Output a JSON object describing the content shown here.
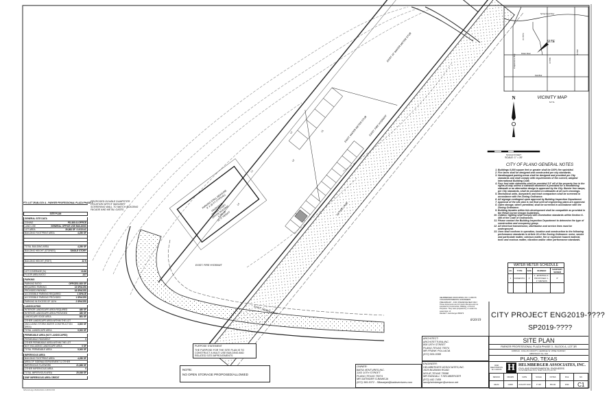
{
  "site_data_table": {
    "header": "PT#     LOT 3R,BLOCK A - PARKER PROFESSIONAL PLAZA PHASE 3",
    "title": "SITE PLAN",
    "sections": [
      {
        "heading": "GENERAL SITE DATA",
        "rows": [
          [
            "ZONING",
            "PD-360-O-OFFICE"
          ],
          [
            "LAND USE",
            "GENERAL OFFICE USE BUILDING"
          ],
          [
            "LOT AREA",
            "39,863 SF / 0.915 AC"
          ],
          [
            "BUILDING FOOTPRINT AREA",
            "4,250 SF"
          ],
          [
            "",
            ""
          ],
          [
            "",
            ""
          ],
          [
            "",
            ""
          ],
          [
            "TOTAL BUILDING AREA",
            "4,250 SF"
          ],
          [
            "BUILDING HEIGHT (STORIES)",
            "SINGLE STORY"
          ],
          [
            "",
            ""
          ],
          [
            "",
            ""
          ],
          [
            "BUILDING HEIGHT (FEET)",
            "22 ft"
          ],
          [
            "",
            ""
          ],
          [
            "",
            ""
          ],
          [
            "LOT COVERAGE (%)",
            "10.66"
          ],
          [
            "FLOOR AREA RATIO",
            ".107"
          ]
        ]
      },
      {
        "heading": "PARKING",
        "rows": [
          [
            "PARKING RATIO",
            "OFFICE/1:300 SF"
          ],
          [
            "REQUIRED PARKING",
            "15 SPACES"
          ],
          [
            "PROVIDED PARKING",
            "18 SPACES"
          ],
          [
            "ACCESSIBLE PARKING REQUIRED",
            "1 SPACE"
          ],
          [
            "ACCESSIBLE PARKING PROVIDED",
            "1 SPACES"
          ],
          [
            "PARKING IN EXCESS OF 110%",
            "2 SPACES"
          ]
        ]
      },
      {
        "heading": "LANDSCAPING",
        "rows": [
          [
            "INTERIOR LANDSCAPE AREA REQUIRED",
            "480 SF"
          ],
          [
            "INTERIOR LANDSCAPE AREA PROVIDED",
            "480 SF"
          ],
          [
            "LANDSCAPE EDGE AREA",
            "881 SF"
          ],
          [
            "OTHER LANDSCAPE AREA WITHIN THE LOT",
            ""
          ],
          [
            "(INCLUDING STORM WATER CONSTRUCTION AREA)",
            "3,600 SF"
          ],
          [
            "TOTAL LANDSCAPE AREA",
            "5,000 SF"
          ]
        ]
      },
      {
        "heading": "PERMEABLE AREA (NOT LANDSCAPED)",
        "rows": [
          [
            "PERMEABLE PAVEMENT",
            "0"
          ],
          [
            "OTHER PERMEABLE AREA WITHIN THE LOT",
            ""
          ],
          [
            "NOT INCLUDING LANDSCAPE AREA",
            "0 SF"
          ],
          [
            "TOTAL PERMEABLE AREA",
            "5,000 SF"
          ]
        ]
      },
      {
        "heading": "IMPERVIOUS AREA",
        "rows": [
          [
            "BUILDING FOOTPRINT AREA",
            "4,250 SF"
          ],
          [
            "AREA OF SIDEWALKS/PAVEMENT & OTHER",
            ""
          ],
          [
            "IMPERVIOUS FLATWORK",
            "21,686 SF"
          ],
          [
            "OTHER IMPERVIOUS AREA",
            "0"
          ],
          [
            "TOTAL IMPERVIOUS AREA",
            "25,936 SF"
          ]
        ]
      },
      {
        "heading": "SWP IMPERVIOUS AREA CREDIT",
        "rows": []
      }
    ]
  },
  "file_stamp": "SPLAN.dgn 8/20/2019 2:28:53 PM",
  "purpose": {
    "title": "PURPOSE STATEMENT",
    "text": "THE PURPOSE FOR THE SITE PLAN IS TO CONSTRUCT A MULTI USE BUILDING AND RELATED SITE IMPROVEMENTS"
  },
  "note": {
    "title": "NOTE:",
    "text": "NO OPEN STORAGE PROPOSED/ALLOWED"
  },
  "owner": {
    "lines": [
      "OWNER:",
      "BATIA VENTURES,INC.",
      "1103 10TH STREET",
      "PLANO,TEXAS  75074",
      "MR.SATINDER S.BAWEJA",
      "(972) 365-5372 - SBawejab@batiaventures.com"
    ]
  },
  "architect": {
    "lines": [
      "ARCHITECT:",
      "ARCHITETTURA,INC.",
      "808 18TH STREET",
      "PLANO,TEXAS  75074",
      "MR.FRANK POLLACIA",
      "(972) 509-0088"
    ]
  },
  "engineer": {
    "lines": [
      "ENGINEER:",
      "HELMBERGER ASSOCIATES,INC.",
      "1525 BOZMAN ROAD",
      "WYLIE,TEXAS  75098",
      "MR.RANDALL T.HELMBERGER",
      "(972) 442-7459",
      "randyhelmberger@verizon.net"
    ]
  },
  "seal": {
    "lines": [
      "HELMBERGER ASSOCIATES, INC. F-000176",
      "CIVIL/ENVIRONMENTAL ENGINEERS",
      "PRELIMINARY - FOR INTERIM REVIEW ONLY",
      "These documents are for Interim Review and not",
      "intended for Construction, Bidding, or Permit",
      "Purposes. They were prepared by, or under the",
      "supervision of:",
      "Randall T. Helmberger  #60973"
    ],
    "signature": "8/20/19"
  },
  "city_project": {
    "eng": "CITY PROJECT ENG2019-????",
    "sp": "SP2019-????"
  },
  "title_block": {
    "sheet_title": "SITE PLAN",
    "project": "PARKER PROFESSIONAL PLAZA PHASE 3 - BLOCK A, LOT 3R",
    "survey": "0.898 AC. COLLIN COUNTY, GEORGE W. WISE SURVEY,",
    "abstract": "ABSTRACT No. 612",
    "location": "PLANO, TEXAS",
    "registration": "FIRM REGISTRATION No. F-000176",
    "firm_logo_letter": "H",
    "firm_name": "HELMBERGER ASSOCIATES, INC.",
    "firm_desc": "CIVIL AND ENVIRONMENTAL ENGINEERS",
    "firm_address": "1525 BOZMAN ROAD  WYLIE, TEXAS 75098  (972) 442-7459",
    "headers": [
      "DESIGN",
      "DRAWN",
      "DATE",
      "SCALE",
      "NOTES",
      "FILE",
      "NO."
    ],
    "values": [
      "HELM",
      "CADD",
      "AUGUST 2019",
      "1\"=20'",
      "SPLAN",
      "1633",
      "C1"
    ]
  },
  "vicinity_map": {
    "title": "VICINITY MAP",
    "scale": "N.T.S.",
    "site_label": "SITE",
    "streets": [
      "Spring Creek Pkwy",
      "Parker Road",
      "Park Blvd",
      "Independence Pkwy",
      "Custer Rd",
      "Alma Dr",
      "Ohio Dr"
    ],
    "north": "N"
  },
  "scale_bar": {
    "label": "SCALE IN FEET",
    "scale": "SCALE: 1\" = 20'"
  },
  "general_notes": {
    "title": "CITY OF PLANO GENERAL NOTES",
    "items": [
      "Buildings 6,000 square feet or greater shall be 100% fire sprinkled.",
      "Fire lanes shall be designed and constructed per city standards.",
      "Handicapped parking areas shall be designed and provided per City standards and shall comply with requirements of the current, adopted International Building Code.",
      "Four foot wide sidewalks shall be provided 3.5' off of the property line in the rights-of-way unless a sidewalk easement is provided for a meandering sidewalk or an alternative design is approved by the City. Barrier free ramps, per City standards, shall be provided on sidewalks at all curb crossings.",
      "Mechanical units, dumpsters and trash compactors shall be screened in accordance with the Zoning Ordinance.",
      "All signage contingent upon approval by Building Inspection Department.",
      "Approval of the site plan is not final until all engineering plans are approved.",
      "Open storage, where permitted, shall be screened in accordance with the Zoning Ordinance.",
      "Building facades within this development shall be compatible as provided in the Retail Corner Design Guidelines.",
      "Outdoor lighting shall comply with illumination standards within Section 6-466 of the Code of Ordinances.",
      "Please contact the Building Inspection Department to determine the type of construction and occupancy group.",
      "All electrical transmission, distribution and service lines must be underground.",
      "Uses shall conform in operation, location and construction to the following performance standards in Article 24 of the Zoning Ordinance: noise, smoke and particulate matter, odorous matter, fire or explosive hazard material, toxic and noxious matter, vibration and/or other performance standards."
    ]
  },
  "water_meter": {
    "title": "WATER METER SCHEDULE",
    "headers": [
      "I.D.",
      "TYPE",
      "SIZE",
      "NUMBER",
      "SANITARY SEWER"
    ],
    "rows": [
      [
        "1",
        "DOMESTIC",
        "1\"",
        "1 - EXISTING 2 - PROPOSED 3 - 1\" METERS",
        "6\""
      ],
      [
        "",
        "",
        "",
        "",
        ""
      ]
    ]
  },
  "plan_labels": {
    "building": [
      "PROPOSED",
      "SINGLE STORY",
      "OFFICE BUILDING",
      "4,250 SF",
      "22'-0\" HEIGHT"
    ],
    "parking": [
      "PARKING STALL MEASURE",
      "9' X 18' FT (TYPICAL)"
    ],
    "dumpster": [
      "PROPOSED DOUBLE DUMPSTER",
      "LOCATION WITH 8' MASONRY",
      "SCREENING WALL TO MATCH BUILDING",
      "FACADE AND METAL GATES"
    ],
    "hydrant_1": "EXIST. FIRE HYDRANT",
    "hydrant_2": "EXIST. FIRE HYDRANT",
    "water_meter_1": "EXIST 10\" WATER METER STUB",
    "water_meter_2": "EXIST. WATER METER STUB",
    "fire_lane": "24' FIRE LANE",
    "sewer": "EXIST. SEWER ESMT.",
    "lines": [
      "L1",
      "L2",
      "L3",
      "L4",
      "L5"
    ]
  }
}
